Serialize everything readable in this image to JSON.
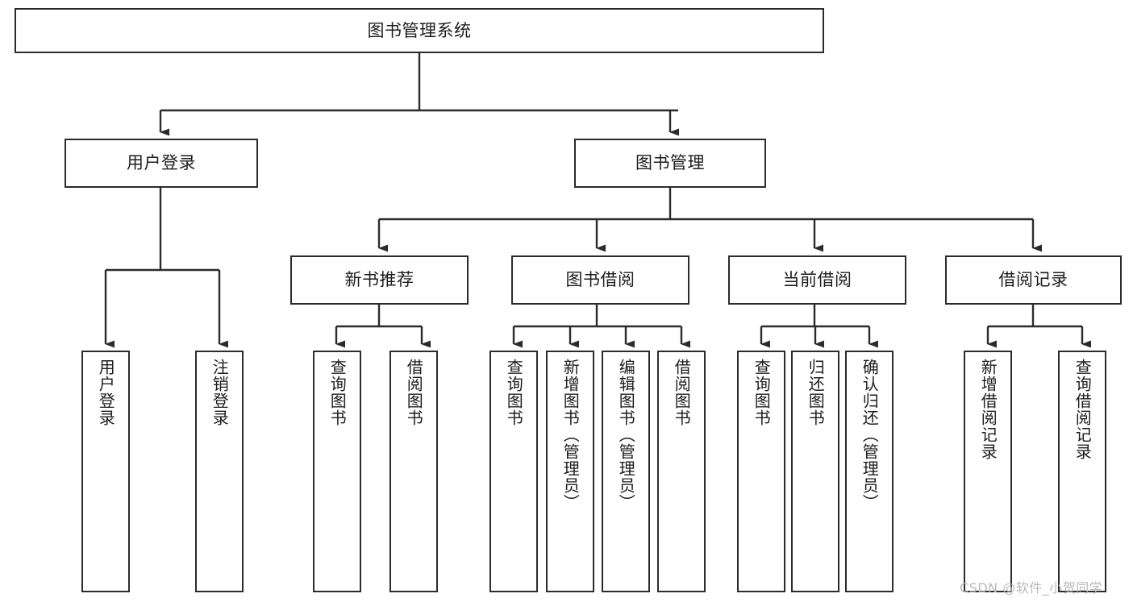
{
  "diagram": {
    "title": "图书管理系统",
    "type": "tree-hierarchy",
    "root": {
      "label": "图书管理系统"
    },
    "level2": [
      {
        "label": "用户登录"
      },
      {
        "label": "图书管理"
      }
    ],
    "level3": [
      {
        "label": "新书推荐"
      },
      {
        "label": "图书借阅"
      },
      {
        "label": "当前借阅"
      },
      {
        "label": "借阅记录"
      }
    ],
    "leaves": {
      "user_login": [
        {
          "label": "用户登录"
        },
        {
          "label": "注销登录"
        }
      ],
      "new_book_recommend": [
        {
          "label": "查询图书"
        },
        {
          "label": "借阅图书"
        }
      ],
      "book_borrow": [
        {
          "label": "查询图书"
        },
        {
          "label": "新增图书（管理员）"
        },
        {
          "label": "编辑图书（管理员）"
        },
        {
          "label": "借阅图书"
        }
      ],
      "current_borrow": [
        {
          "label": "查询图书"
        },
        {
          "label": "归还图书"
        },
        {
          "label": "确认归还（管理员）"
        }
      ],
      "borrow_record": [
        {
          "label": "新增借阅记录"
        },
        {
          "label": "查询借阅记录"
        }
      ]
    }
  },
  "watermark": {
    "text": "CSDN @软件_小贺同学"
  },
  "colors": {
    "stroke": "#2b2b2b",
    "background": "#ffffff",
    "text": "#1d1d1d",
    "watermark": "#b9b9b9"
  }
}
